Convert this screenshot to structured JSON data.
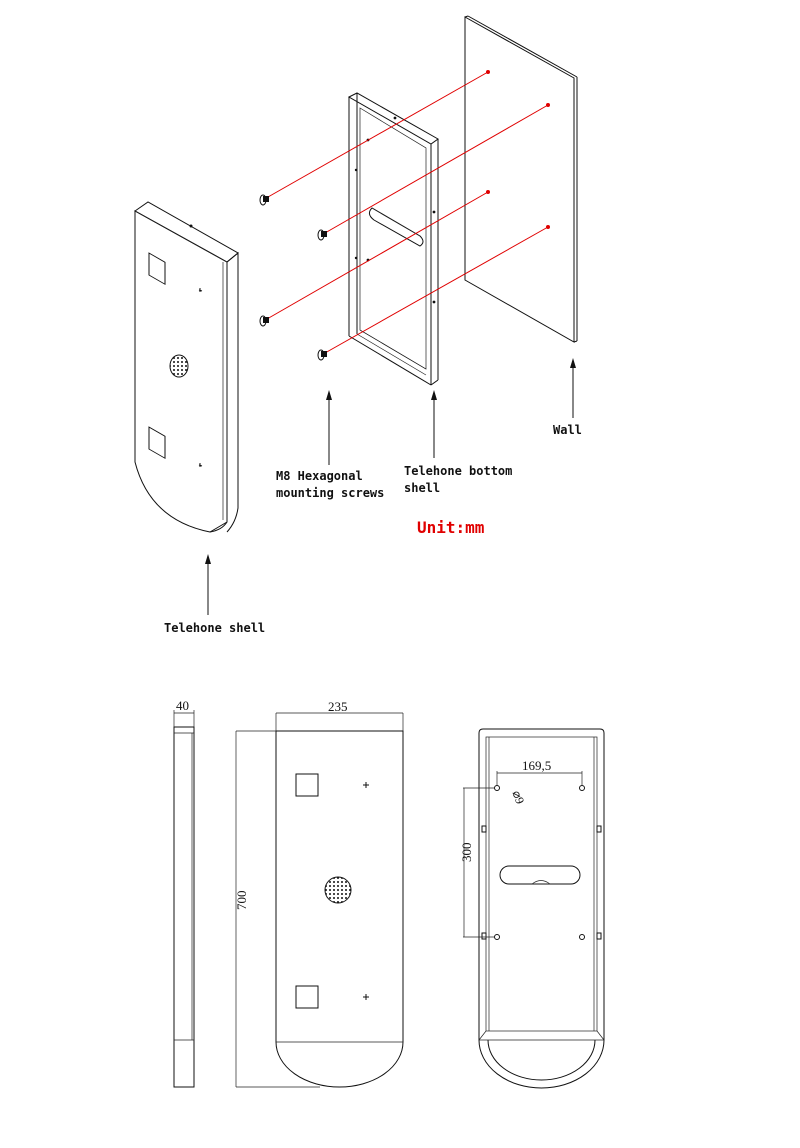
{
  "labels": {
    "screws_line1": "M8 Hexagonal",
    "screws_line2": "mounting screws",
    "bottom_line1": "Telehone bottom",
    "bottom_line2": "shell",
    "wall": "Wall",
    "shell": "Telehone shell",
    "unit": "Unit:mm"
  },
  "dimensions": {
    "depth": "40",
    "width": "235",
    "height": "700",
    "hole_spacing_h": "169,5",
    "hole_spacing_v": "300",
    "hole_dia": "⌀9"
  },
  "colors": {
    "accent": "#e00000",
    "line": "#111111"
  }
}
